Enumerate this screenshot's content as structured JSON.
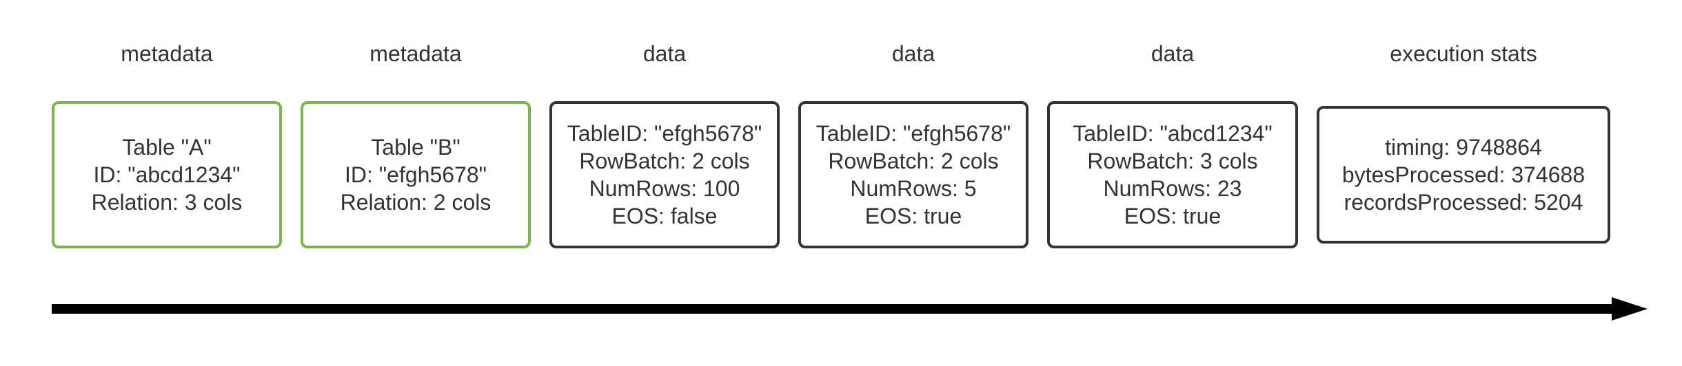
{
  "stages": [
    {
      "label": "metadata",
      "style": "green",
      "lines": [
        "Table \"A\"",
        "ID: \"abcd1234\"",
        "Relation: 3 cols"
      ]
    },
    {
      "label": "metadata",
      "style": "green",
      "lines": [
        "Table \"B\"",
        "ID: \"efgh5678\"",
        "Relation: 2 cols"
      ]
    },
    {
      "label": "data",
      "style": "dark",
      "lines": [
        "TableID: \"efgh5678\"",
        "RowBatch: 2 cols",
        "NumRows: 100",
        "EOS: false"
      ]
    },
    {
      "label": "data",
      "style": "dark",
      "lines": [
        "TableID: \"efgh5678\"",
        "RowBatch: 2 cols",
        "NumRows: 5",
        "EOS: true"
      ]
    },
    {
      "label": "data",
      "style": "dark",
      "lines": [
        "TableID: \"abcd1234\"",
        "RowBatch: 3 cols",
        "NumRows: 23",
        "EOS: true"
      ]
    },
    {
      "label": "execution stats",
      "style": "dark",
      "lines": [
        "timing: 9748864",
        "bytesProcessed: 374688",
        "recordsProcessed: 5204"
      ]
    }
  ],
  "colors": {
    "metadata_border": "#7ab648",
    "data_border": "#333333",
    "text": "#333333",
    "arrow": "#000000"
  }
}
